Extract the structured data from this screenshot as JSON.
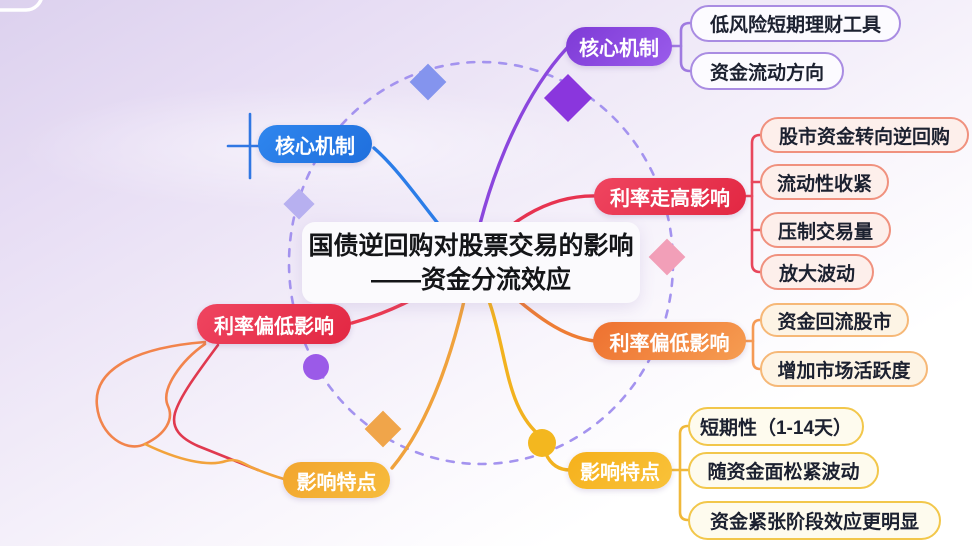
{
  "title": {
    "line1": "国债逆回购对股票交易的影响",
    "line2": "——资金分流效应"
  },
  "nodes": {
    "core_left": "核心机制",
    "core_right": "核心机制",
    "rate_high": "利率走高影响",
    "rate_low_left": "利率偏低影响",
    "rate_low_right": "利率偏低影响",
    "feature_left": "影响特点",
    "feature_right": "影响特点"
  },
  "children": {
    "core": [
      "低风险短期理财工具",
      "资金流动方向"
    ],
    "rate_high": [
      "股市资金转向逆回购",
      "流动性收紧",
      "压制交易量",
      "放大波动"
    ],
    "rate_low": [
      "资金回流股市",
      "增加市场活跃度"
    ],
    "feature": [
      "短期性（1-14天）",
      "随资金面松紧波动",
      "资金紧张阶段效应更明显"
    ]
  },
  "colors": {
    "branch_blue": "#2b7de8",
    "branch_purple": "#8b46dd",
    "branch_red": "#e73350",
    "branch_orange": "#ee7d35",
    "branch_yellow": "#f2b21f",
    "orbit_dashed": "#a493ef"
  }
}
